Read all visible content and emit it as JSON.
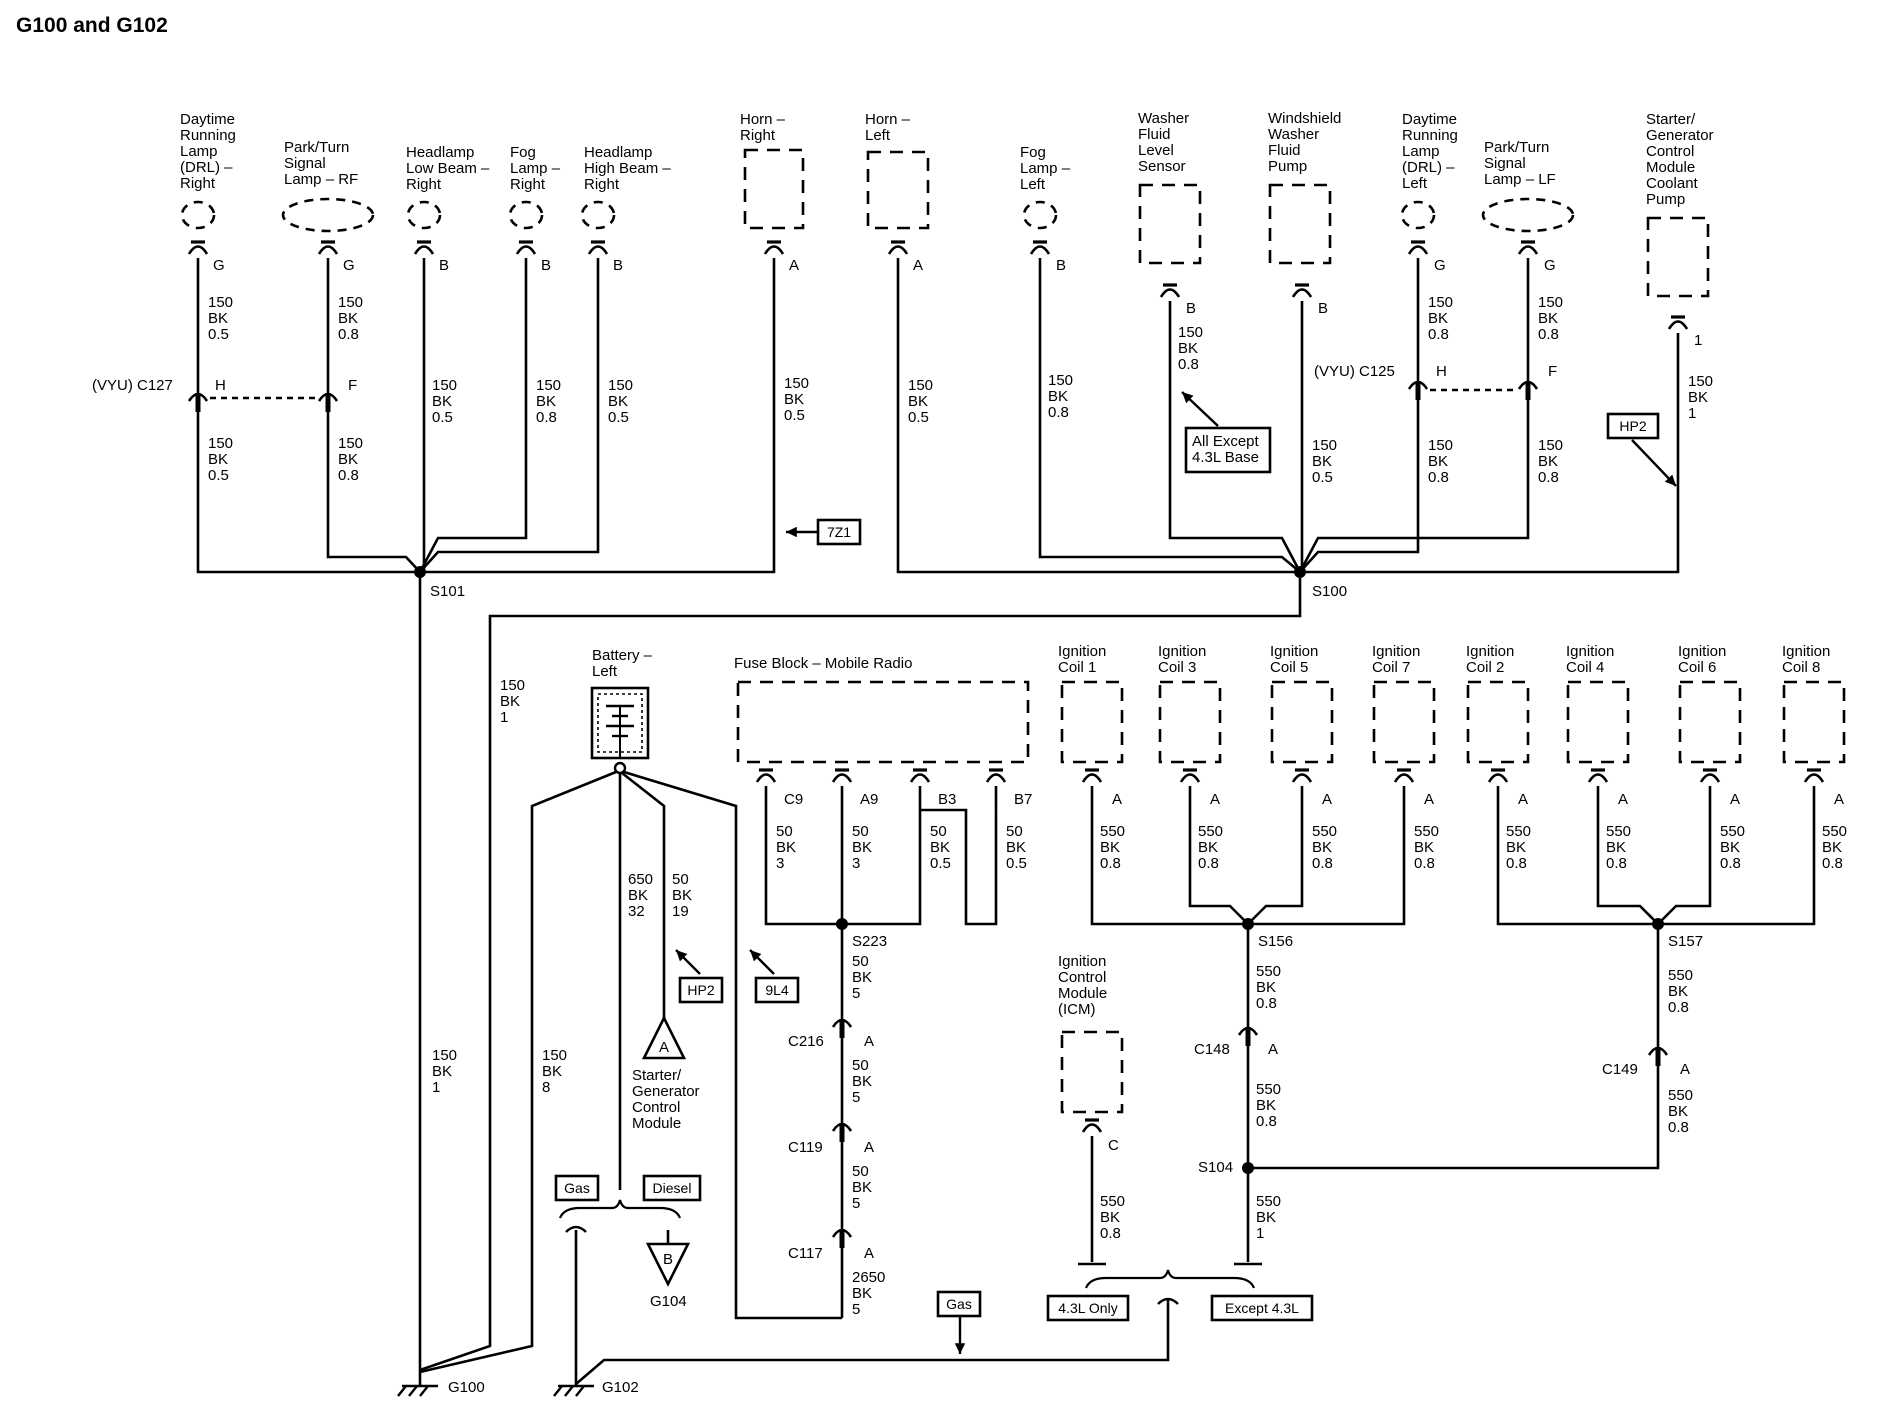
{
  "title": "G100 and G102",
  "components": {
    "drl_right": [
      "Daytime",
      "Running",
      "Lamp",
      "(DRL) –",
      "Right"
    ],
    "park_turn_rf": [
      "Park/Turn",
      "Signal",
      "Lamp – RF"
    ],
    "headlamp_low_right": [
      "Headlamp",
      "Low Beam –",
      "Right"
    ],
    "fog_right": [
      "Fog",
      "Lamp –",
      "Right"
    ],
    "headlamp_high_right": [
      "Headlamp",
      "High Beam –",
      "Right"
    ],
    "horn_right": [
      "Horn –",
      "Right"
    ],
    "horn_left": [
      "Horn –",
      "Left"
    ],
    "fog_left": [
      "Fog",
      "Lamp –",
      "Left"
    ],
    "washer_level": [
      "Washer",
      "Fluid",
      "Level",
      "Sensor"
    ],
    "washer_pump": [
      "Windshield",
      "Washer",
      "Fluid",
      "Pump"
    ],
    "drl_left": [
      "Daytime",
      "Running",
      "Lamp",
      "(DRL) –",
      "Left"
    ],
    "park_turn_lf": [
      "Park/Turn",
      "Signal",
      "Lamp – LF"
    ],
    "sgcm_coolant": [
      "Starter/",
      "Generator",
      "Control",
      "Module",
      "Coolant",
      "Pump"
    ],
    "battery_left": [
      "Battery –",
      "Left"
    ],
    "fuse_block": "Fuse Block – Mobile Radio",
    "icm": [
      "Ignition",
      "Control",
      "Module",
      "(ICM)"
    ],
    "sgcm": [
      "Starter/",
      "Generator",
      "Control",
      "Module"
    ],
    "coils": [
      [
        "Ignition",
        "Coil 1"
      ],
      [
        "Ignition",
        "Coil 3"
      ],
      [
        "Ignition",
        "Coil 5"
      ],
      [
        "Ignition",
        "Coil 7"
      ],
      [
        "Ignition",
        "Coil 2"
      ],
      [
        "Ignition",
        "Coil 4"
      ],
      [
        "Ignition",
        "Coil 6"
      ],
      [
        "Ignition",
        "Coil 8"
      ]
    ]
  },
  "pins": {
    "g": "G",
    "b": "B",
    "a": "A",
    "h": "H",
    "f": "F",
    "one": "1",
    "c": "C",
    "c9": "C9",
    "a9": "A9",
    "b3": "B3",
    "b7": "B7"
  },
  "connectors": {
    "c127": "(VYU) C127",
    "c125": "(VYU) C125",
    "c216": "C216",
    "c119": "C119",
    "c117": "C117",
    "c148": "C148",
    "c149": "C149"
  },
  "splices": {
    "s101": "S101",
    "s100": "S100",
    "s223": "S223",
    "s156": "S156",
    "s157": "S157",
    "s104": "S104"
  },
  "grounds": {
    "g100": "G100",
    "g102": "G102",
    "g104": "G104"
  },
  "wires": {
    "w150_05": [
      "150",
      "BK",
      "0.5"
    ],
    "w150_08": [
      "150",
      "BK",
      "0.8"
    ],
    "w150_1": [
      "150",
      "BK",
      "1"
    ],
    "w150_8": [
      "150",
      "BK",
      "8"
    ],
    "w650_32": [
      "650",
      "BK",
      "32"
    ],
    "w50_19": [
      "50",
      "BK",
      "19"
    ],
    "w50_3": [
      "50",
      "BK",
      "3"
    ],
    "w50_05": [
      "50",
      "BK",
      "0.5"
    ],
    "w50_5": [
      "50",
      "BK",
      "5"
    ],
    "w2650_5": [
      "2650",
      "BK",
      "5"
    ],
    "w550_08": [
      "550",
      "BK",
      "0.8"
    ],
    "w550_1": [
      "550",
      "BK",
      "1"
    ]
  },
  "tags": {
    "z71": "7Z1",
    "hp2": "HP2",
    "l94": "9L4",
    "all_except": [
      "All Except",
      "4.3L Base"
    ],
    "gas": "Gas",
    "diesel": "Diesel",
    "only43": "4.3L Only",
    "except43": "Except 4.3L",
    "ref_a": "A",
    "ref_b": "B"
  }
}
